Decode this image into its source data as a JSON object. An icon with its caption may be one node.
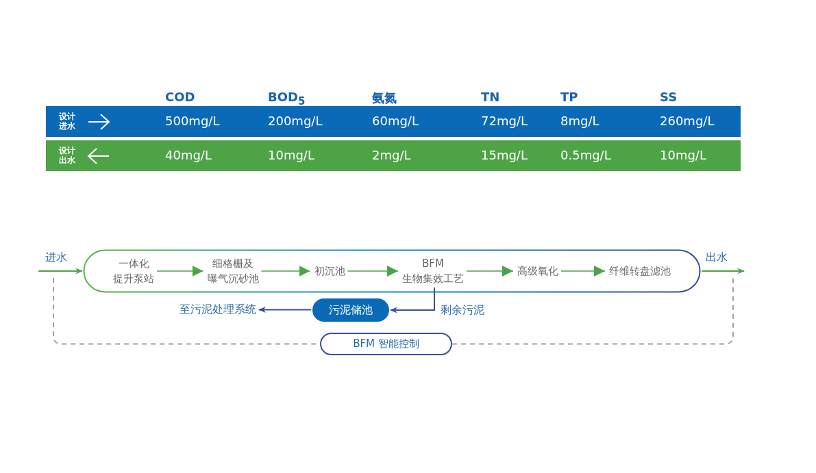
{
  "diagram": {
    "nodes": [
      {
        "text": [],
        "shape": "box"
      },
      {
        "text": [
          "一体化提升泵站"
        ],
        "in": 0
      },
      {
        "text": [
          "细格栅及曝气沉砂池"
        ],
        "in": 0
      },
      {
        "text": [
          "初沉池"
        ],
        "in": 0
      },
      {
        "text": [
          "BFM 生物集效工艺"
        ],
        "in": 0
      },
      {
        "text": [
          "高级氧化"
        ],
        "in": 0
      },
      {
        "text": [
          "纤维转盘滤池"
        ],
        "in": 0
      },
      {
        "text": [
          "污泥储池"
        ]
      },
      {
        "text": [
          "至污泥处理系统"
        ]
      },
      {
        "text": [
          "BFM 智能控制"
        ]
      }
    ],
    "edges": [
      {
        "from": null,
        "to": 0,
        "arrow": "to",
        "label": "进水",
        "color": "#4ea346"
      },
      {
        "from": 1,
        "to": 2,
        "arrow": "to",
        "color": "#4ea346"
      },
      {
        "from": 2,
        "to": 3,
        "arrow": "to",
        "color": "#4ea346"
      },
      {
        "from": 3,
        "to": 4,
        "arrow": "to",
        "color": "#4ea346"
      },
      {
        "from": 4,
        "to": 5,
        "arrow": "to",
        "color": "#4ea346"
      },
      {
        "from": 5,
        "to": 6,
        "arrow": "to",
        "color": "#4ea346"
      },
      {
        "from": 0,
        "to": null,
        "arrow": "to",
        "label": "出水",
        "color": "#4ea346"
      },
      {
        "from": 4,
        "to": 7,
        "arrow": "to",
        "label": "剩余污泥",
        "color": "#3b4e9a"
      },
      {
        "from": 7,
        "to": 8,
        "arrow": "to",
        "color": "#3b4e9a"
      },
      {
        "from": null,
        "to": 9,
        "arrow": "none",
        "style": "dashed",
        "color": "#a0a0a0"
      },
      {
        "from": 9,
        "to": null,
        "arrow": "none",
        "style": "dashed",
        "color": "#a0a0a0"
      }
    ],
    "labels": [
      "COD",
      "BOD$_{5}$",
      "氨氮",
      "TN",
      "TP",
      "SS",
      "设计进水",
      "500mg/L",
      "200mg/L",
      "60mg/L",
      "72mg/L",
      "8mg/L",
      "260mg/L",
      "设计出水",
      "40mg/L",
      "10mg/L",
      "2mg/L",
      "15mg/L",
      "0.5mg/L",
      "10mg/L"
    ]
  }
}
